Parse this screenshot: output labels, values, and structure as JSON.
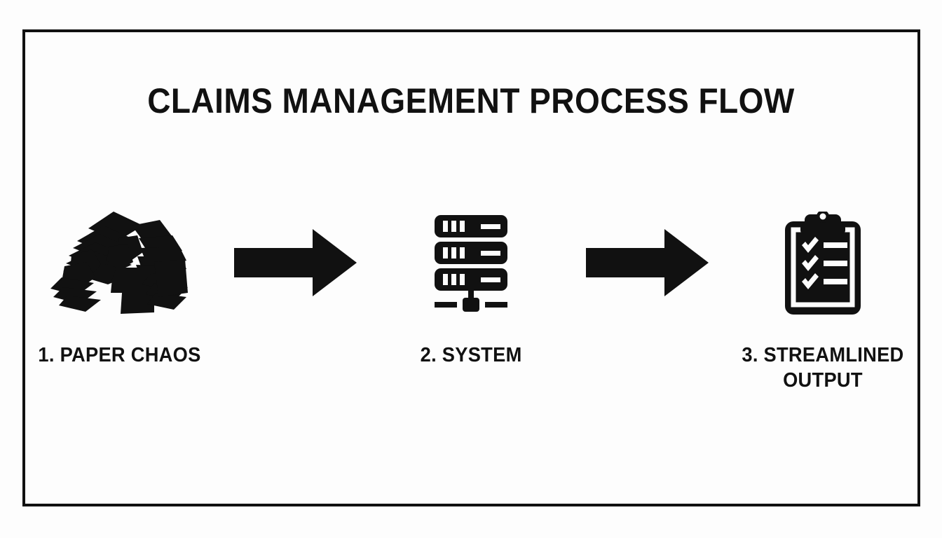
{
  "slide": {
    "title": "CLAIMS MANAGEMENT PROCESS FLOW",
    "background_color": "#fdfdfd",
    "ink_color": "#111111",
    "frame_color": "#111111"
  },
  "flow": {
    "steps": [
      {
        "number": "1.",
        "label": "1. PAPER CHAOS",
        "icon": "paper-pile-icon"
      },
      {
        "number": "2.",
        "label": "2. SYSTEM",
        "icon": "server-rack-icon"
      },
      {
        "number": "3.",
        "label_line1": "3. STREAMLINED",
        "label_line2": "OUTPUT",
        "label": "3. STREAMLINED OUTPUT",
        "icon": "clipboard-checklist-icon"
      }
    ],
    "connectors": [
      {
        "icon": "arrow-right-icon",
        "from": "1. PAPER CHAOS",
        "to": "2. SYSTEM"
      },
      {
        "icon": "arrow-right-icon",
        "from": "2. SYSTEM",
        "to": "3. STREAMLINED OUTPUT"
      }
    ]
  }
}
